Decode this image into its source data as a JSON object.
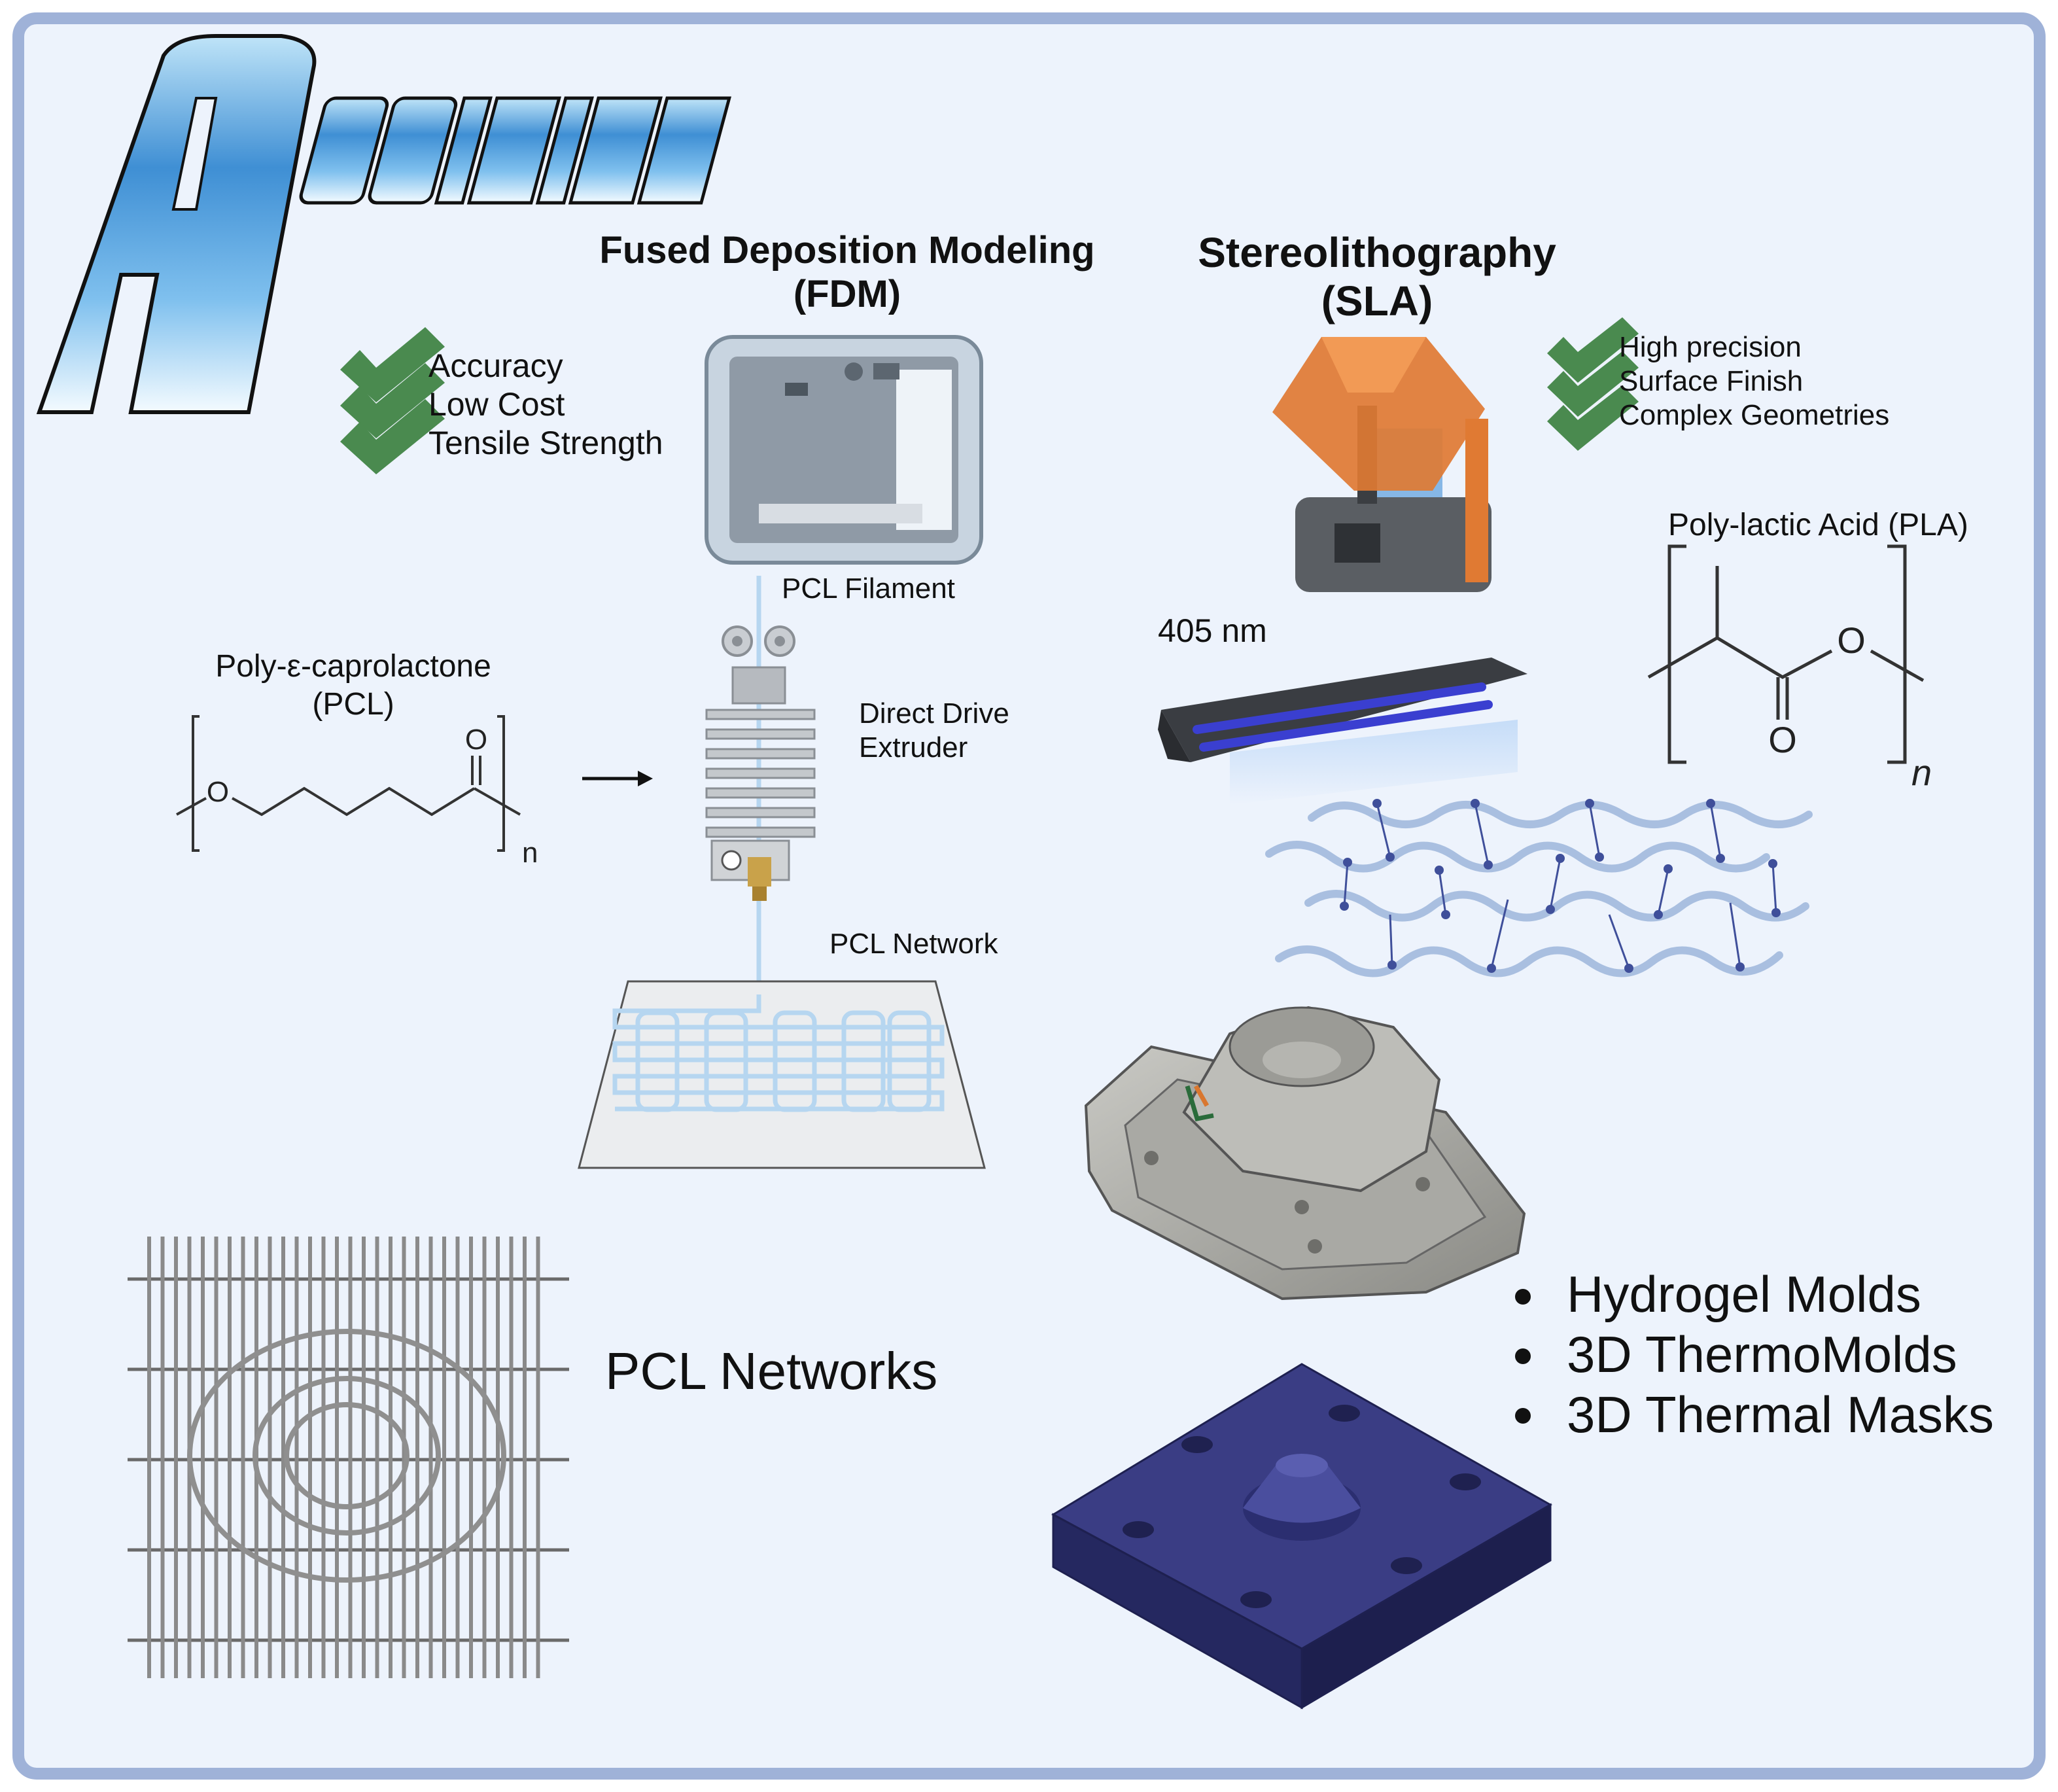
{
  "title_logo": "ADDITIVE",
  "fdm": {
    "heading_line1": "Fused Deposition Modeling",
    "heading_line2": "(FDM)",
    "advantages": [
      "Accuracy",
      "Low Cost",
      "Tensile Strength"
    ],
    "filament_label": "PCL Filament",
    "extruder_label_line1": "Direct Drive",
    "extruder_label_line2": "Extruder",
    "network_label": "PCL Network",
    "polymer_name": "Poly-ε-caprolactone",
    "polymer_abbr": "(PCL)",
    "chem_o": "O",
    "chem_n": "n"
  },
  "sla": {
    "heading_line1": "Stereolithography",
    "heading_line2": "(SLA)",
    "advantages": [
      "High precision",
      "Surface Finish",
      "Complex Geometries"
    ],
    "wavelength_label": "405 nm",
    "polymer_name": "Poly-lactic Acid (PLA)",
    "chem_o": "O",
    "chem_n": "n"
  },
  "networks_label": "PCL Networks",
  "applications": [
    "Hydrogel Molds",
    "3D ThermoMolds",
    "3D Thermal Masks"
  ],
  "colors": {
    "frame_border": "#9fb2d8",
    "frame_fill": "#edf3fc",
    "check_green": "#4a8a4f",
    "printer_orange": "#e07a33",
    "uv_blue": "#3a3fd0",
    "network_line": "#a9bfe0",
    "network_node": "#3f4f9a",
    "mold_navy": "#2c2f6e",
    "filament_blue": "#b6d6f0"
  }
}
